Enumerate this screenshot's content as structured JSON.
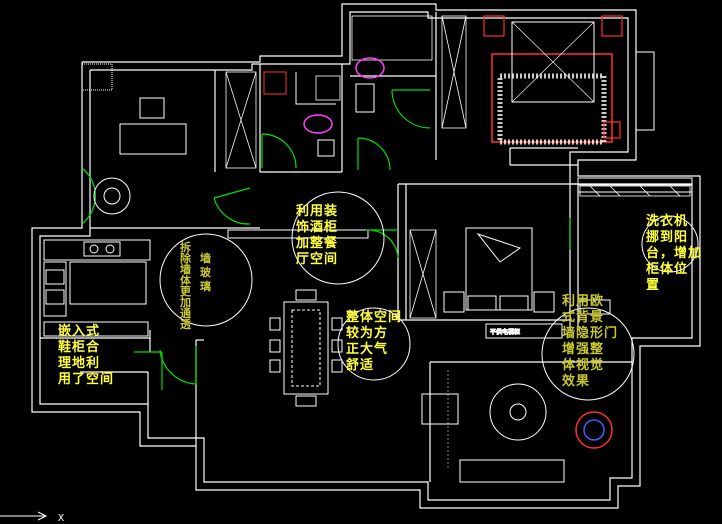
{
  "annotations": {
    "wine_cabinet": "利用装\n饰酒柜\n加整餐\n厅空间",
    "wall_removal": "拆\n除\n墙\n体\n更\n加\n通\n透",
    "wall_removal_cont": "墙\n玻\n璃",
    "washer": "洗衣机\n挪到阳\n台，增加\n柜体位\n置",
    "dining": "整体空间\n较为方\n正大气\n舒适",
    "shoe_cabinet": "嵌入式\n鞋柜合\n理地利\n用了空间",
    "tv_wall": "利用欧\n式背景\n墙隐形门\n增强整\n体视觉\n效果"
  },
  "tv_cabinet_label": "平供电视柜",
  "axis_label": "X",
  "colors": {
    "wall": "#ffffff",
    "door": "#00e000",
    "note": "#ffff40",
    "furniture": "#ffffff",
    "bed": "#ff3030",
    "fixture": "#ff40ff"
  }
}
